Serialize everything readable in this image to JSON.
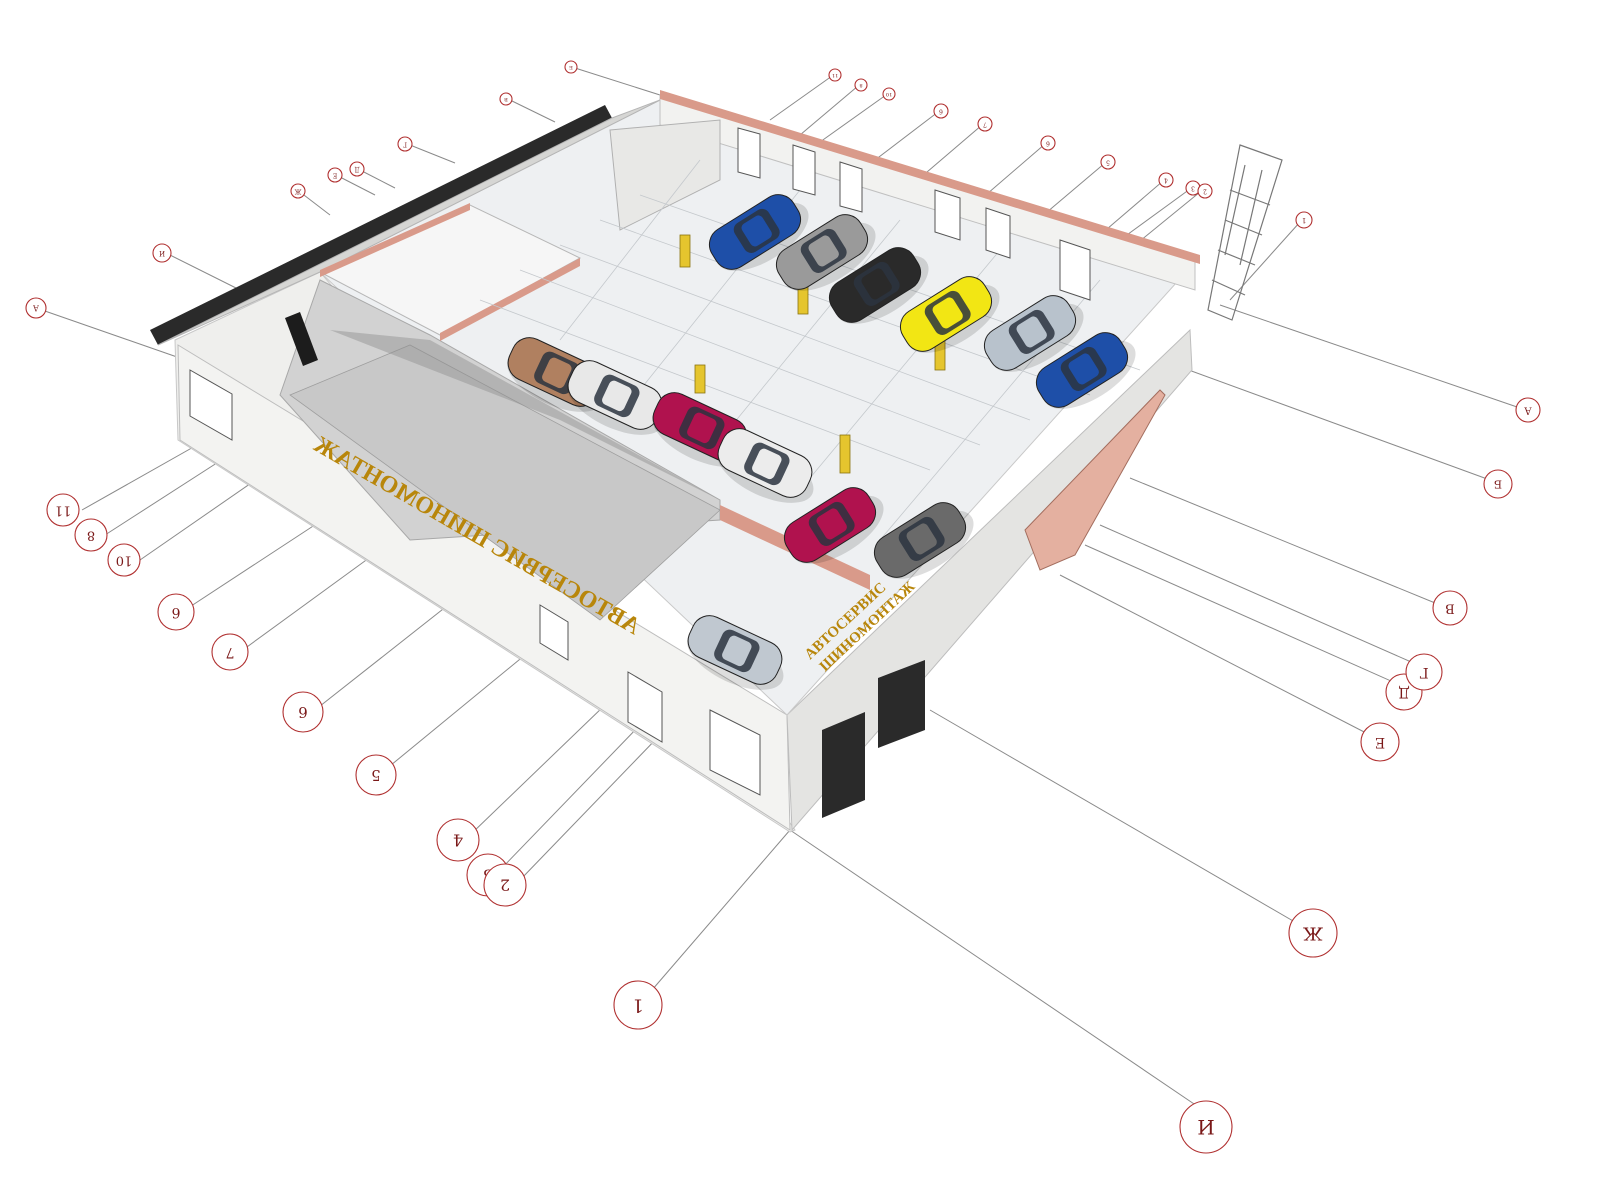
{
  "drawing": {
    "signs": {
      "main_sign": "АВТОСЕРВИС ШИНОМОНТАЖ",
      "side_sign_line1": "АВТОСЕРВИС",
      "side_sign_line2": "ШИНОМОНТАЖ"
    },
    "grid_axes": [
      {
        "id": "west-1",
        "label": "11"
      },
      {
        "id": "west-2",
        "label": "8"
      },
      {
        "id": "west-3",
        "label": "10"
      },
      {
        "id": "west-4",
        "label": "6"
      },
      {
        "id": "west-5",
        "label": "7"
      },
      {
        "id": "west-6",
        "label": "6"
      },
      {
        "id": "west-7",
        "label": "5"
      },
      {
        "id": "west-8",
        "label": "4"
      },
      {
        "id": "west-9",
        "label": "3"
      },
      {
        "id": "west-10",
        "label": "2"
      },
      {
        "id": "south-1",
        "label": "1"
      },
      {
        "id": "south-2",
        "label": "И"
      },
      {
        "id": "south-3",
        "label": "Ж"
      },
      {
        "id": "east-1",
        "label": "Е"
      },
      {
        "id": "east-2",
        "label": "Д"
      },
      {
        "id": "east-3",
        "label": "Г"
      },
      {
        "id": "east-4",
        "label": "В"
      },
      {
        "id": "east-5",
        "label": "Б"
      },
      {
        "id": "east-6",
        "label": "А"
      },
      {
        "id": "nw-1",
        "label": "И"
      },
      {
        "id": "nw-2",
        "label": "Ж"
      },
      {
        "id": "nw-3",
        "label": "Е"
      },
      {
        "id": "nw-4",
        "label": "Д"
      },
      {
        "id": "nw-5",
        "label": "Г"
      },
      {
        "id": "nw-6",
        "label": "В"
      },
      {
        "id": "nw-7",
        "label": "Б"
      },
      {
        "id": "nw-8",
        "label": "А"
      },
      {
        "id": "ne-1",
        "label": "11"
      },
      {
        "id": "ne-2",
        "label": "8"
      },
      {
        "id": "ne-3",
        "label": "10"
      },
      {
        "id": "ne-4",
        "label": "6"
      },
      {
        "id": "ne-5",
        "label": "7"
      },
      {
        "id": "ne-6",
        "label": "6"
      },
      {
        "id": "ne-7",
        "label": "5"
      },
      {
        "id": "ne-8",
        "label": "4"
      },
      {
        "id": "ne-9",
        "label": "3"
      },
      {
        "id": "ne-10",
        "label": "2"
      },
      {
        "id": "ne-11",
        "label": "1"
      }
    ],
    "car_colors": [
      "#1e4fa8",
      "#9a9a9a",
      "#2a2a2a",
      "#f2e614",
      "#b8c2cc",
      "#1e4fa8",
      "#b08060",
      "#e8e8e8",
      "#b0124e",
      "#ececec",
      "#b0124e",
      "#6a6a6a",
      "#c0c8d0"
    ],
    "colors": {
      "brick": "#d99a8a",
      "wall": "#f4f4f2",
      "roof_edge": "#2a2a2a",
      "floor": "#eef0f2",
      "lift": "#e5c52e",
      "axis_bubble": "#b03030"
    }
  }
}
